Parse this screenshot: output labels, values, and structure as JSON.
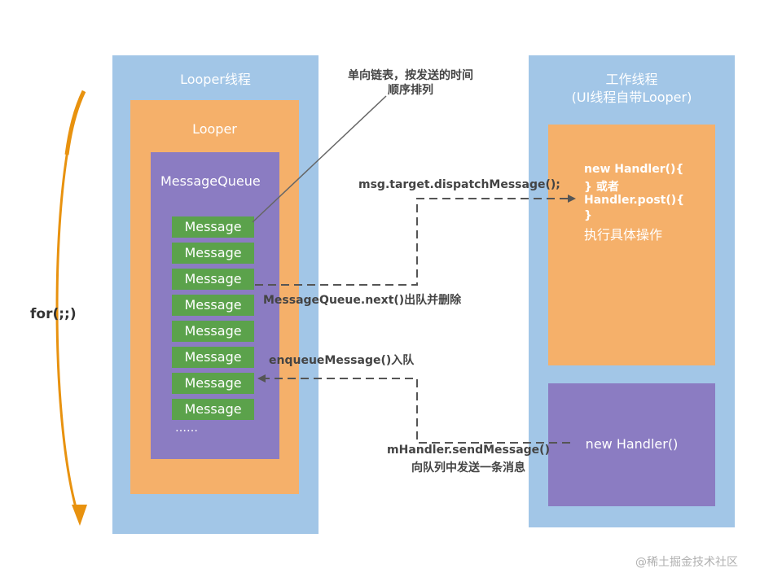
{
  "looper_thread": {
    "title": "Looper线程"
  },
  "looper": {
    "title": "Looper"
  },
  "message_queue": {
    "title": "MessageQueue",
    "messages": [
      "Message",
      "Message",
      "Message",
      "Message",
      "Message",
      "Message",
      "Message",
      "Message"
    ],
    "ellipsis": "……"
  },
  "worker_thread": {
    "title_line1": "工作线程",
    "title_line2": "(UI线程自带Looper)",
    "handler_code": {
      "line1": "new Handler(){",
      "line2": "}      或者",
      "line3": "Handler.post(){",
      "line4": "}",
      "action": "执行具体操作"
    },
    "new_handler": "new Handler()"
  },
  "annotations": {
    "linked_list_line1": "单向链表，按发送的时间",
    "linked_list_line2": "顺序排列",
    "dispatch": "msg.target.dispatchMessage();",
    "next": "MessageQueue.next()出队并删除",
    "enqueue": "enqueueMessage()入队",
    "send_line1": "mHandler.sendMessage()",
    "send_line2": "向队列中发送一条消息",
    "loop": "for(;;)"
  },
  "watermark": "@稀土掘金技术社区",
  "colors": {
    "thread_bg": "#a2c6e7",
    "looper_bg": "#f5b06a",
    "queue_bg": "#8b7cc2",
    "message_bg": "#5ba24b",
    "loop_arrow": "#e8920f"
  }
}
